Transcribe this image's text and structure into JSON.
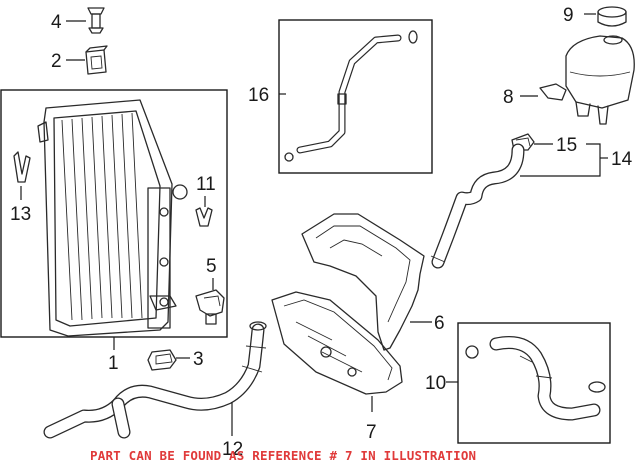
{
  "callouts": {
    "c1": "1",
    "c2": "2",
    "c3": "3",
    "c4": "4",
    "c5": "5",
    "c6": "6",
    "c7": "7",
    "c8": "8",
    "c9": "9",
    "c10": "10",
    "c11": "11",
    "c12": "12",
    "c13": "13",
    "c14": "14",
    "c15": "15",
    "c16": "16"
  },
  "footer_note": "PART CAN BE FOUND AS REFERENCE # 7 IN ILLUSTRATION",
  "colors": {
    "note": "#e03a3a",
    "line": "#1a1a1a",
    "background": "#ffffff"
  }
}
